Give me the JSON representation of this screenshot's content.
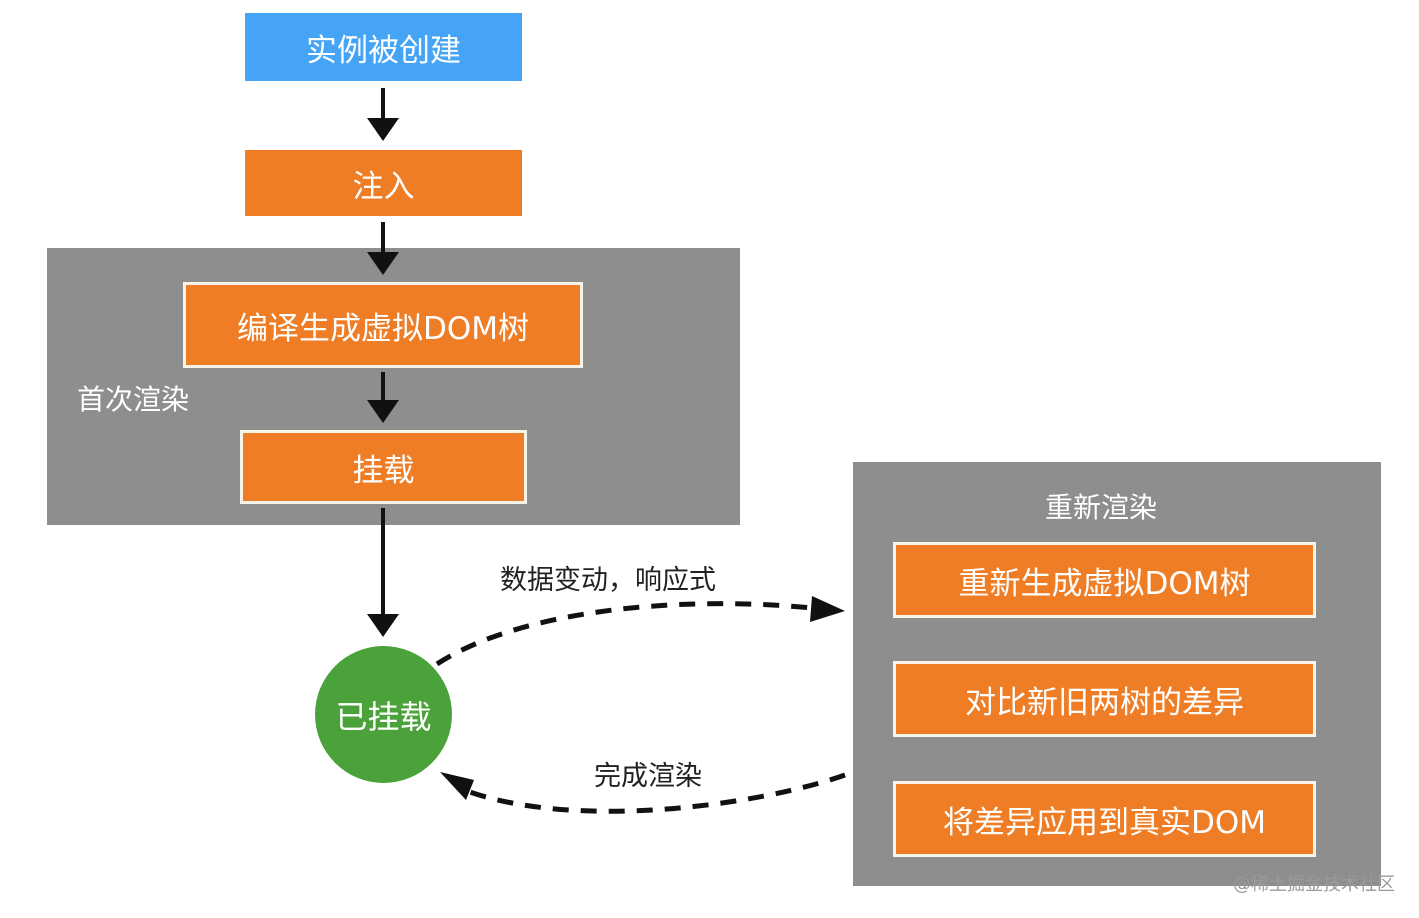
{
  "nodes": {
    "instance_created": "实例被创建",
    "inject": "注入",
    "compile_vdom": "编译生成虚拟DOM树",
    "mount": "挂载",
    "mounted": "已挂载",
    "regen_vdom": "重新生成虚拟DOM树",
    "diff_trees": "对比新旧两树的差异",
    "apply_diff": "将差异应用到真实DOM"
  },
  "groups": {
    "first_render": "首次渲染",
    "re_render": "重新渲染"
  },
  "edges": {
    "data_change": "数据变动，响应式",
    "render_done": "完成渲染"
  },
  "footer": {
    "credit": "@稀土掘金技术社区"
  },
  "colors": {
    "blue_node": "#45a4f5",
    "orange_node": "#ef7d26",
    "group_background": "#8e8e8e",
    "green_node": "#4ba13a"
  }
}
